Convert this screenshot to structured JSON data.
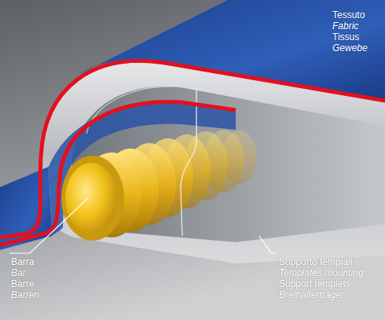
{
  "diagram": {
    "labels": [
      "Tessuto",
      "Fabric",
      "Tissus",
      "Gewebe",
      "Barra",
      "Bar",
      "Barre",
      "Barren",
      "Supporto tempiali",
      "Templates mounting",
      "Support templets",
      "Breihalterträger"
    ]
  }
}
